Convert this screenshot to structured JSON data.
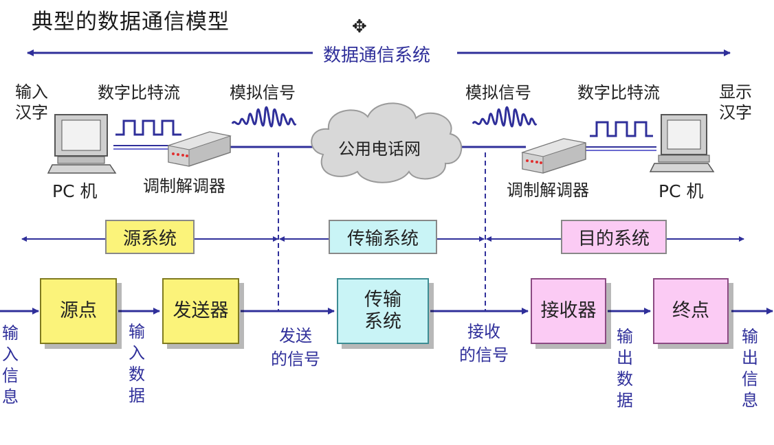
{
  "title": "典型的数据通信模型",
  "top": {
    "data_comm_system": "数据通信系统",
    "input_chinese": [
      "输入",
      "汉字"
    ],
    "display_chinese": [
      "显示",
      "汉字"
    ],
    "digital_bitstream_left": "数字比特流",
    "digital_bitstream_right": "数字比特流",
    "analog_signal_left": "模拟信号",
    "analog_signal_right": "模拟信号",
    "pc_left": "PC 机",
    "pc_right": "PC 机",
    "modem_left": "调制解调器",
    "modem_right": "调制解调器",
    "network": "公用电话网"
  },
  "systems": {
    "source": "源系统",
    "transmission": "传输系统",
    "destination": "目的系统"
  },
  "flow": {
    "source_point": "源点",
    "sender": "发送器",
    "transmission_system": [
      "传输",
      "系统"
    ],
    "receiver": "接收器",
    "destination_point": "终点",
    "input_info": [
      "输",
      "入",
      "信",
      "息"
    ],
    "input_data": [
      "输",
      "入",
      "数",
      "据"
    ],
    "sent_signal": [
      "发送",
      "的信号"
    ],
    "received_signal": [
      "接收",
      "的信号"
    ],
    "output_data": [
      "输",
      "出",
      "数",
      "据"
    ],
    "output_info": [
      "输",
      "出",
      "信",
      "息"
    ]
  },
  "colors": {
    "line_blue": "#2f2f9a",
    "yellow_box": "#fbf37a",
    "cyan_box": "#c9f4f6",
    "pink_box": "#fbcbf4"
  }
}
